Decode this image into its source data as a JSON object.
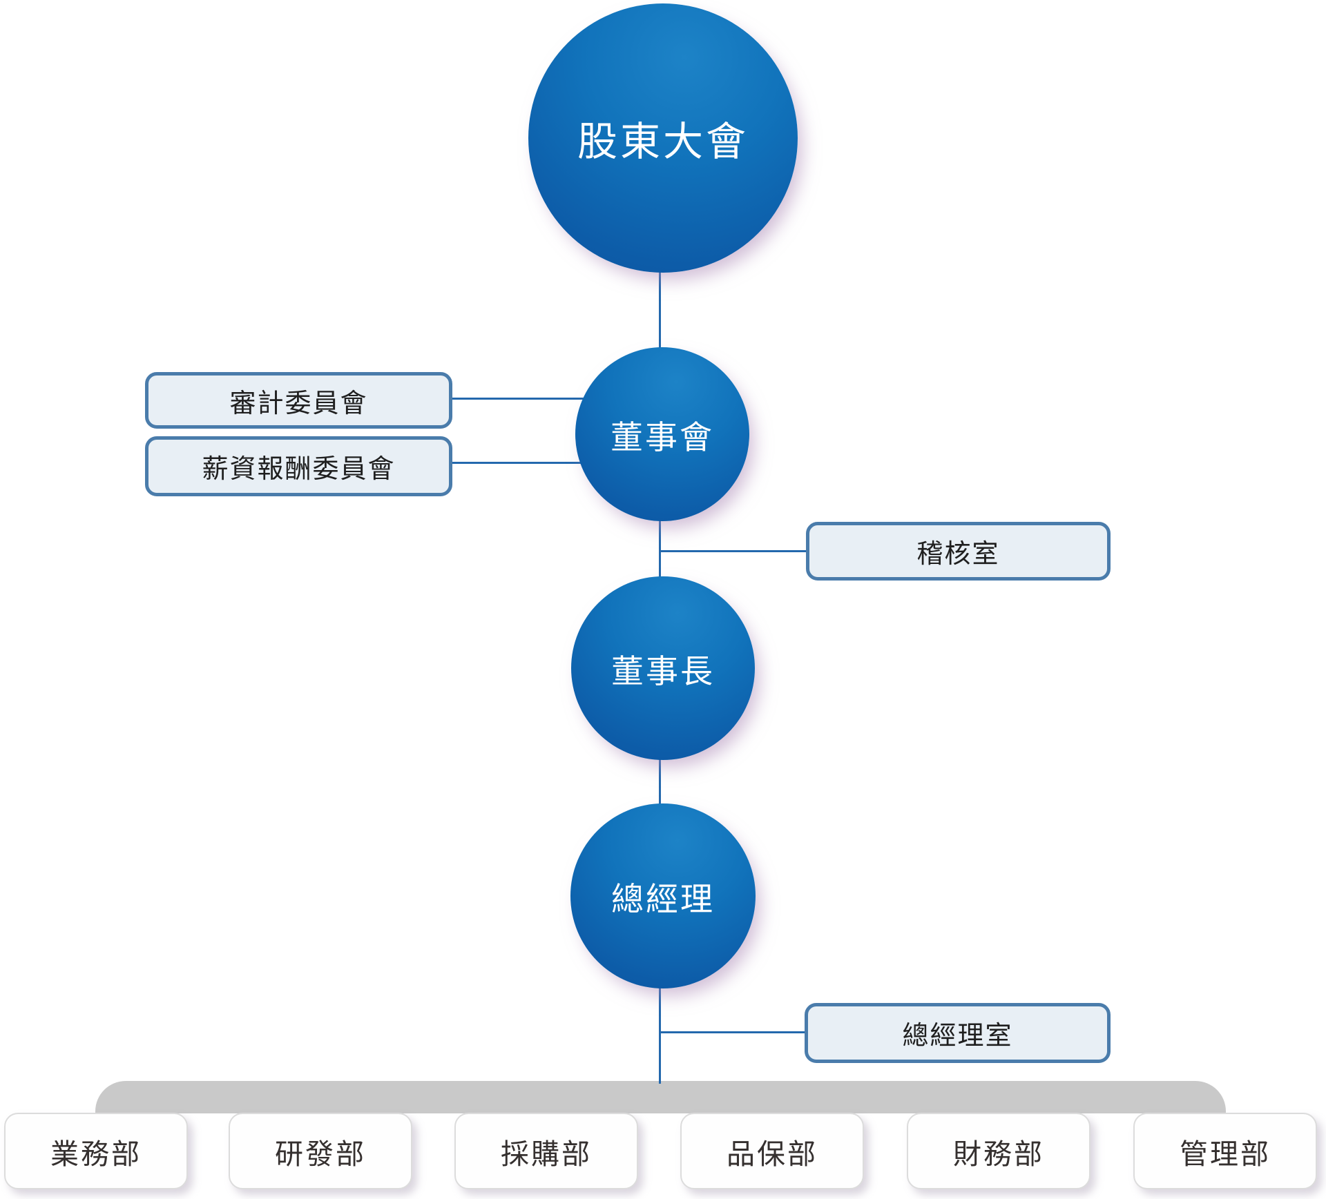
{
  "chart": {
    "type": "org-chart",
    "nodes": {
      "shareholders": "股東大會",
      "board": "董事會",
      "chairman": "董事長",
      "president": "總經理"
    },
    "committees": [
      "審計委員會",
      "薪資報酬委員會"
    ],
    "offices": [
      "稽核室",
      "總經理室"
    ],
    "departments": [
      "業務部",
      "研發部",
      "採購部",
      "品保部",
      "財務部",
      "管理部"
    ]
  },
  "colors": {
    "circle_gradient_light": "#1d83c7",
    "circle_gradient_dark": "#0b54a0",
    "circle_shadow": "rgba(170,135,180,0.55)",
    "office_box_fill": "#e8eff5",
    "office_box_border": "#4a7cab",
    "connector_blue": "#2368ad",
    "connector_gray": "#c9c9c9",
    "department_box_fill": "#fefefe",
    "department_box_border": "#dcdcdc",
    "text_on_circle": "#ffffff",
    "text_dark": "#1f1f1f"
  }
}
